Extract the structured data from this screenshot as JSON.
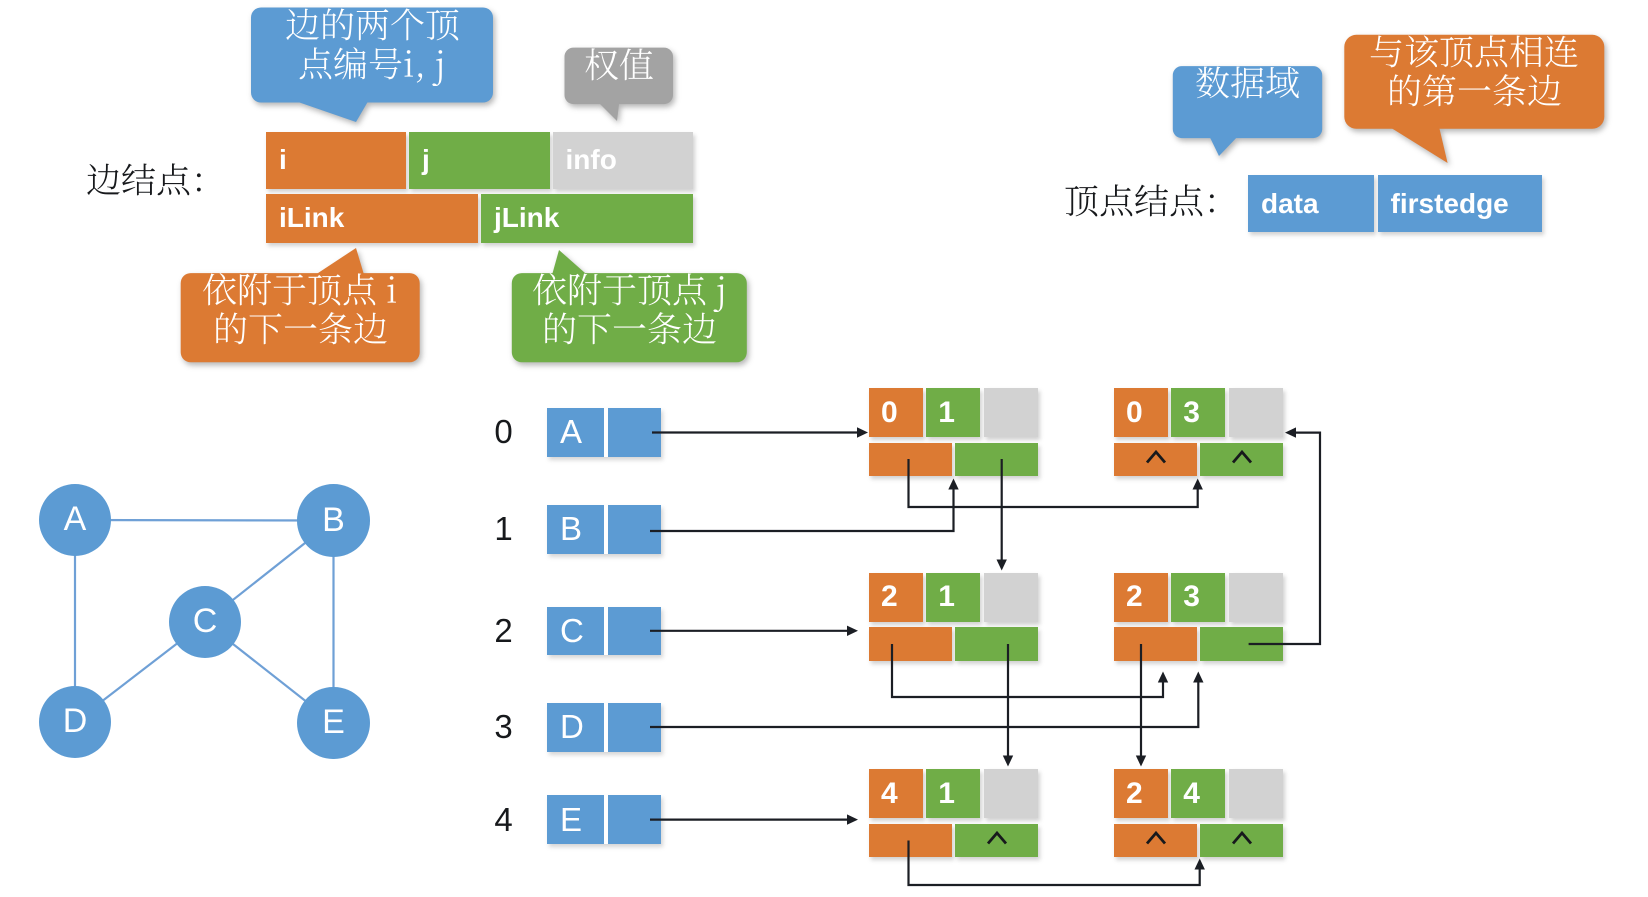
{
  "palette": {
    "orange": "#DC7A33",
    "green": "#70AD47",
    "blue": "#5C9BD3",
    "gray": "#A3A3A3",
    "light_gray": "#D2D2D2",
    "line": "#1B1E24"
  },
  "edge_node_legend": {
    "label": "边结点：",
    "callout_vertices": {
      "lines": [
        "边的两个顶",
        "点编号i, j"
      ]
    },
    "callout_weight": {
      "lines": [
        "权值"
      ]
    },
    "callout_ilink": {
      "lines": [
        "依附于顶点 i",
        "的下一条边"
      ]
    },
    "callout_jlink": {
      "lines": [
        "依附于顶点 j",
        "的下一条边"
      ]
    },
    "cells_top": {
      "i": "i",
      "j": "j",
      "info": "info"
    },
    "cells_bottom": {
      "ilink": "iLink",
      "jlink": "jLink"
    }
  },
  "vertex_node_legend": {
    "label": "顶点结点：",
    "callout_data": {
      "lines": [
        "数据域"
      ]
    },
    "callout_firstedge": {
      "lines": [
        "与该顶点相连",
        "的第一条边"
      ]
    },
    "cells": {
      "data": "data",
      "firstedge": "firstedge"
    }
  },
  "graph": {
    "vertices": [
      {
        "id": "A",
        "label": "A"
      },
      {
        "id": "B",
        "label": "B"
      },
      {
        "id": "C",
        "label": "C"
      },
      {
        "id": "D",
        "label": "D"
      },
      {
        "id": "E",
        "label": "E"
      }
    ],
    "edges": [
      "A-B",
      "A-D",
      "B-C",
      "B-E",
      "C-D",
      "C-E"
    ]
  },
  "adjacency_list": {
    "rows": [
      {
        "index": "0",
        "vertex": "A"
      },
      {
        "index": "1",
        "vertex": "B"
      },
      {
        "index": "2",
        "vertex": "C"
      },
      {
        "index": "3",
        "vertex": "D"
      },
      {
        "index": "4",
        "vertex": "E"
      }
    ],
    "edge_nodes": [
      {
        "id": "e01",
        "i": "0",
        "j": "1",
        "info": "",
        "ilink": "",
        "jlink": ""
      },
      {
        "id": "e03",
        "i": "0",
        "j": "3",
        "info": "",
        "ilink": "∧",
        "jlink": "∧"
      },
      {
        "id": "e21",
        "i": "2",
        "j": "1",
        "info": "",
        "ilink": "",
        "jlink": ""
      },
      {
        "id": "e23",
        "i": "2",
        "j": "3",
        "info": "",
        "ilink": "",
        "jlink": ""
      },
      {
        "id": "e41",
        "i": "4",
        "j": "1",
        "info": "",
        "ilink": "",
        "jlink": "∧"
      },
      {
        "id": "e24",
        "i": "2",
        "j": "4",
        "info": "",
        "ilink": "∧",
        "jlink": "∧"
      }
    ]
  }
}
